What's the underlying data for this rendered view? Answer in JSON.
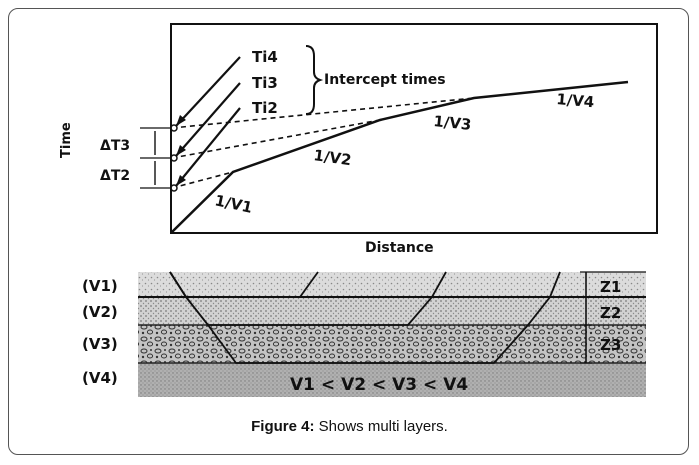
{
  "graph": {
    "y_axis_label": "Time",
    "x_axis_label": "Distance",
    "intercept_labels": [
      "Ti4",
      "Ti3",
      "Ti2"
    ],
    "intercept_group_label": "Intercept times",
    "delta_labels": [
      "ΔT3",
      "ΔT2"
    ],
    "slope_labels": [
      "1/V1",
      "1/V2",
      "1/V3",
      "1/V4"
    ]
  },
  "layers": {
    "velocity_labels": [
      "(V1)",
      "(V2)",
      "(V3)",
      "(V4)"
    ],
    "thickness_labels": [
      "Z1",
      "Z2",
      "Z3"
    ],
    "relation": "V1 < V2 < V3 < V4"
  },
  "caption": {
    "lead": "Figure 4:",
    "text": "Shows multi layers."
  },
  "colors": {
    "ink": "#111111",
    "layer1": "#d9d9d9",
    "layer2": "#cfcfcf",
    "layer3": "#bdbdbd",
    "layer4": "#a9a9a9"
  }
}
